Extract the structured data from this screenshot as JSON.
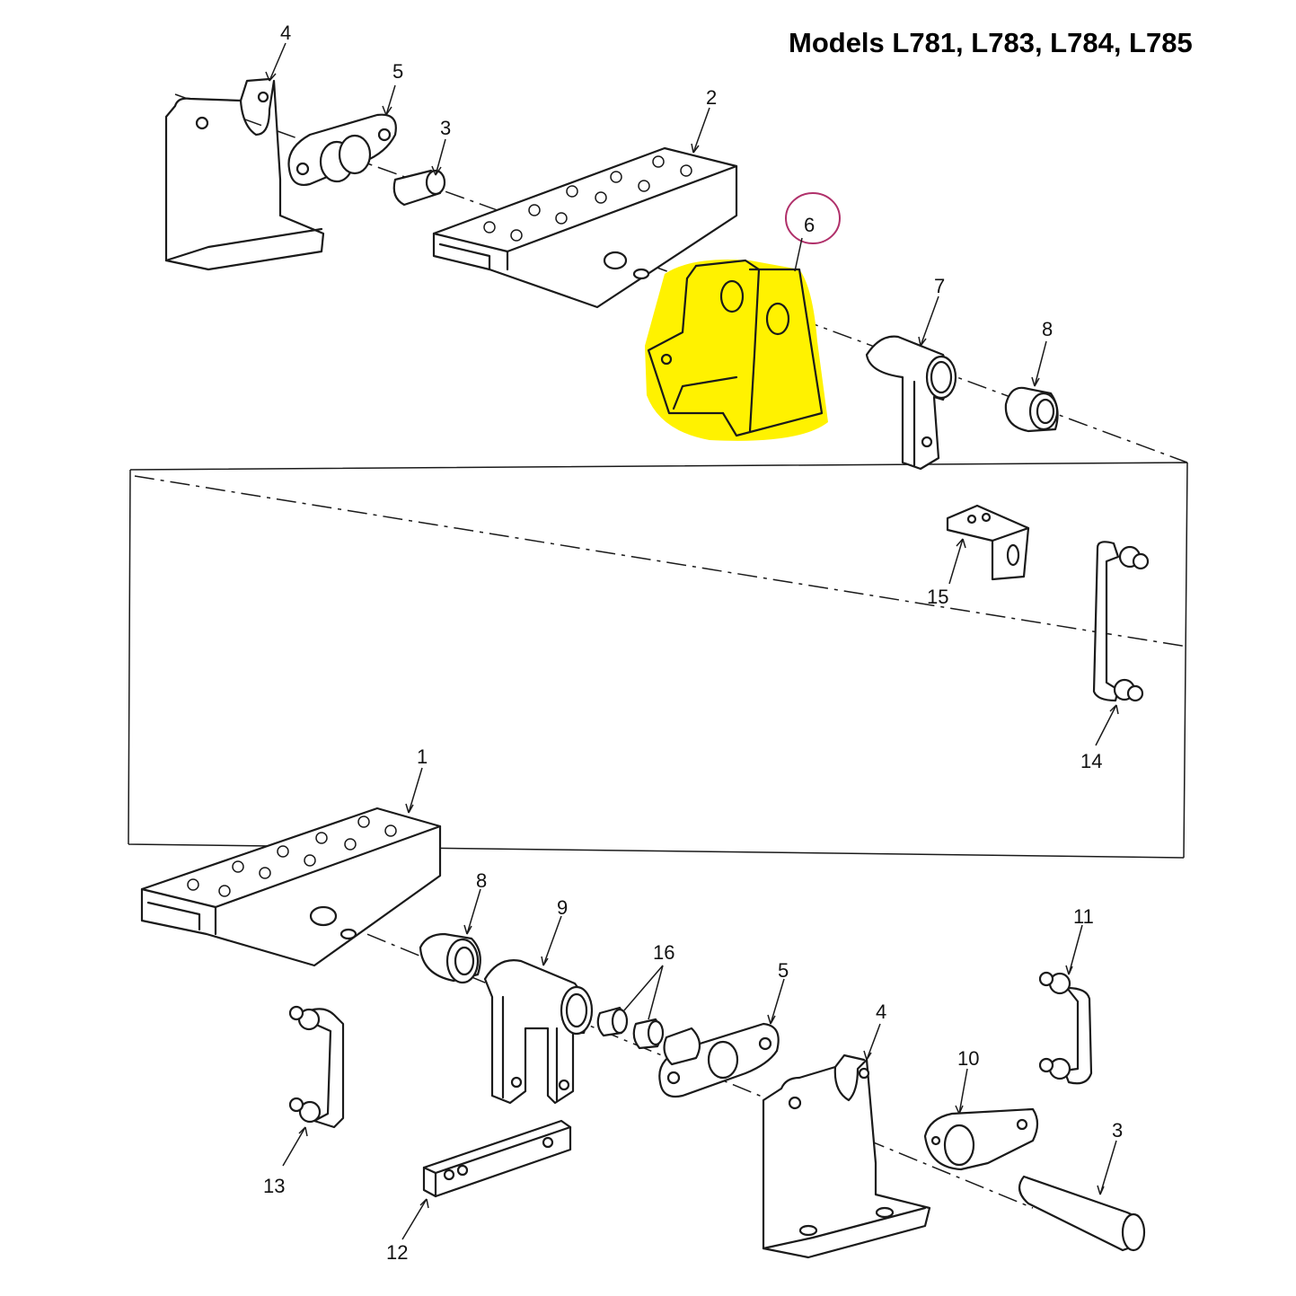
{
  "title": "Models L781, L783, L784, L785",
  "highlight": {
    "color": "#FFF200",
    "circle_color": "#B0306A"
  },
  "callouts": [
    {
      "id": "c4a",
      "text": "4"
    },
    {
      "id": "c5a",
      "text": "5"
    },
    {
      "id": "c3a",
      "text": "3"
    },
    {
      "id": "c2",
      "text": "2"
    },
    {
      "id": "c6",
      "text": "6"
    },
    {
      "id": "c7",
      "text": "7"
    },
    {
      "id": "c8a",
      "text": "8"
    },
    {
      "id": "c15",
      "text": "15"
    },
    {
      "id": "c14",
      "text": "14"
    },
    {
      "id": "c1",
      "text": "1"
    },
    {
      "id": "c8b",
      "text": "8"
    },
    {
      "id": "c9",
      "text": "9"
    },
    {
      "id": "c16",
      "text": "16"
    },
    {
      "id": "c5b",
      "text": "5"
    },
    {
      "id": "c4b",
      "text": "4"
    },
    {
      "id": "c11",
      "text": "11"
    },
    {
      "id": "c10",
      "text": "10"
    },
    {
      "id": "c3b",
      "text": "3"
    },
    {
      "id": "c13",
      "text": "13"
    },
    {
      "id": "c12",
      "text": "12"
    }
  ]
}
